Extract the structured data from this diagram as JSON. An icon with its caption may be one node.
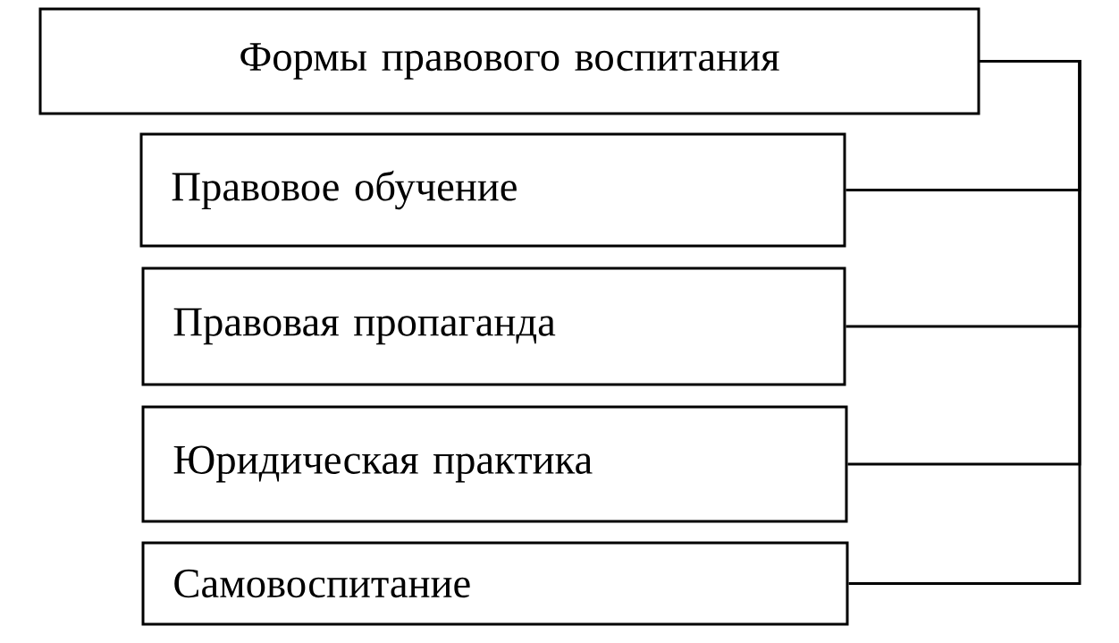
{
  "diagram": {
    "nodes": [
      {
        "text": [
          "Формы правового воспитания"
        ]
      },
      {
        "text": [
          "Правовое обучение"
        ]
      },
      {
        "text": [
          "Правовая пропаганда"
        ]
      },
      {
        "text": [
          "Юридическая практика"
        ]
      },
      {
        "text": [
          "Самовоспитание"
        ]
      }
    ],
    "edges": [
      {
        "from": 0,
        "to": 1,
        "arrow": "none"
      },
      {
        "from": 0,
        "to": 2,
        "arrow": "none"
      },
      {
        "from": 0,
        "to": 3,
        "arrow": "none"
      },
      {
        "from": 0,
        "to": 4,
        "arrow": "none"
      }
    ]
  }
}
